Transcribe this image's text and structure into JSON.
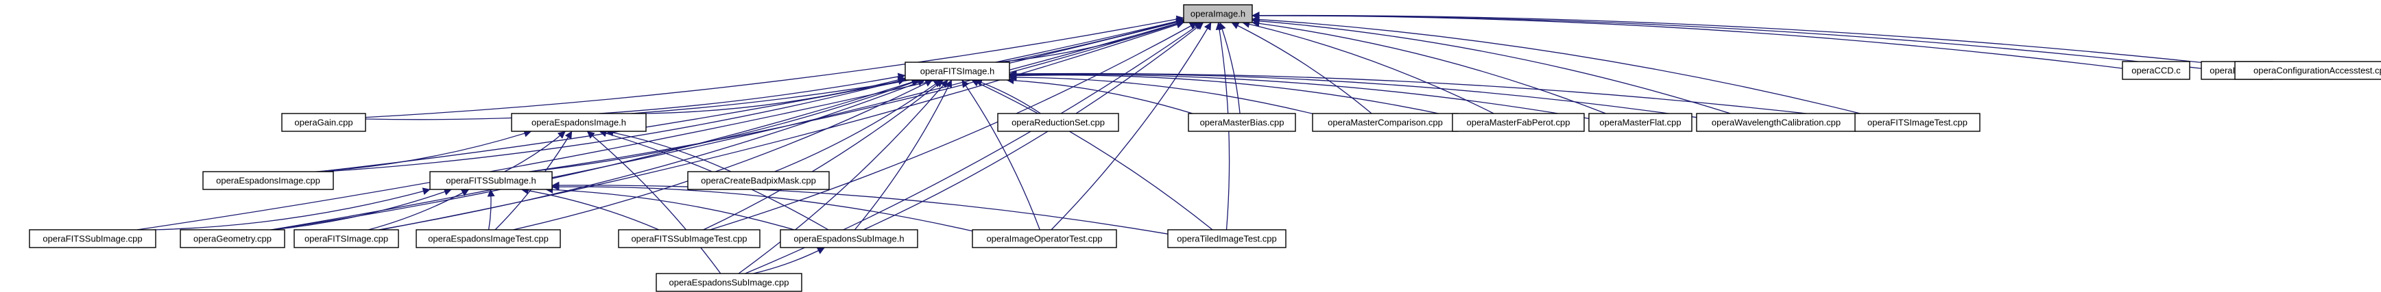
{
  "graph": {
    "title": "",
    "root": "operaImage.h",
    "colors": {
      "edge": "#191970",
      "root_fill": "#bfbfbf",
      "node_fill": "#ffffff",
      "border": "#000000"
    },
    "nodes": [
      {
        "id": "operaImage_h",
        "label": "operaImage.h",
        "root": true
      },
      {
        "id": "operaFITSImage_h",
        "label": "operaFITSImage.h"
      },
      {
        "id": "operaCCD_c",
        "label": "operaCCD.c"
      },
      {
        "id": "operaImage_c",
        "label": "operaImage.c"
      },
      {
        "id": "operaConfigurationAccesstest_cpp",
        "label": "operaConfigurationAccesstest.cpp"
      },
      {
        "id": "operaGain_cpp",
        "label": "operaGain.cpp"
      },
      {
        "id": "operaEspadonsImage_h",
        "label": "operaEspadonsImage.h"
      },
      {
        "id": "operaReductionSet_cpp",
        "label": "operaReductionSet.cpp"
      },
      {
        "id": "operaMasterBias_cpp",
        "label": "operaMasterBias.cpp"
      },
      {
        "id": "operaMasterComparison_cpp",
        "label": "operaMasterComparison.cpp"
      },
      {
        "id": "operaMasterFabPerot_cpp",
        "label": "operaMasterFabPerot.cpp"
      },
      {
        "id": "operaMasterFlat_cpp",
        "label": "operaMasterFlat.cpp"
      },
      {
        "id": "operaWavelengthCalibration_cpp",
        "label": "operaWavelengthCalibration.cpp"
      },
      {
        "id": "operaFITSImageTest_cpp",
        "label": "operaFITSImageTest.cpp"
      },
      {
        "id": "operaEspadonsImage_cpp",
        "label": "operaEspadonsImage.cpp"
      },
      {
        "id": "operaCreateBadpixMask_cpp",
        "label": "operaCreateBadpixMask.cpp"
      },
      {
        "id": "operaFITSSubImage_h",
        "label": "operaFITSSubImage.h"
      },
      {
        "id": "operaFITSSubImage_cpp",
        "label": "operaFITSSubImage.cpp"
      },
      {
        "id": "operaGeometry_cpp",
        "label": "operaGeometry.cpp"
      },
      {
        "id": "operaFITSImage_cpp",
        "label": "operaFITSImage.cpp"
      },
      {
        "id": "operaEspadonsImageTest_cpp",
        "label": "operaEspadonsImageTest.cpp"
      },
      {
        "id": "operaFITSSubImageTest_cpp",
        "label": "operaFITSSubImageTest.cpp"
      },
      {
        "id": "operaEspadonsSubImage_h",
        "label": "operaEspadonsSubImage.h"
      },
      {
        "id": "operaImageOperatorTest_cpp",
        "label": "operaImageOperatorTest.cpp"
      },
      {
        "id": "operaTiledImageTest_cpp",
        "label": "operaTiledImageTest.cpp"
      },
      {
        "id": "operaEspadonsSubImage_cpp",
        "label": "operaEspadonsSubImage.cpp"
      }
    ],
    "edges": [
      {
        "from": "operaFITSImage_h",
        "to": "operaImage_h"
      },
      {
        "from": "operaCCD_c",
        "to": "operaImage_h"
      },
      {
        "from": "operaImage_c",
        "to": "operaImage_h"
      },
      {
        "from": "operaConfigurationAccesstest_cpp",
        "to": "operaImage_h"
      },
      {
        "from": "operaGain_cpp",
        "to": "operaImage_h"
      },
      {
        "from": "operaEspadonsImage_h",
        "to": "operaImage_h"
      },
      {
        "from": "operaMasterBias_cpp",
        "to": "operaImage_h"
      },
      {
        "from": "operaMasterComparison_cpp",
        "to": "operaImage_h"
      },
      {
        "from": "operaMasterFabPerot_cpp",
        "to": "operaImage_h"
      },
      {
        "from": "operaMasterFlat_cpp",
        "to": "operaImage_h"
      },
      {
        "from": "operaWavelengthCalibration_cpp",
        "to": "operaImage_h"
      },
      {
        "from": "operaFITSImageTest_cpp",
        "to": "operaImage_h"
      },
      {
        "from": "operaEspadonsImage_cpp",
        "to": "operaImage_h"
      },
      {
        "from": "operaFITSSubImage_h",
        "to": "operaImage_h"
      },
      {
        "from": "operaFITSSubImage_cpp",
        "to": "operaImage_h"
      },
      {
        "from": "operaGeometry_cpp",
        "to": "operaImage_h"
      },
      {
        "from": "operaFITSImage_cpp",
        "to": "operaImage_h"
      },
      {
        "from": "operaFITSSubImageTest_cpp",
        "to": "operaImage_h"
      },
      {
        "from": "operaEspadonsSubImage_h",
        "to": "operaImage_h"
      },
      {
        "from": "operaImageOperatorTest_cpp",
        "to": "operaImage_h"
      },
      {
        "from": "operaTiledImageTest_cpp",
        "to": "operaImage_h"
      },
      {
        "from": "operaEspadonsSubImage_cpp",
        "to": "operaImage_h"
      },
      {
        "from": "operaGain_cpp",
        "to": "operaFITSImage_h"
      },
      {
        "from": "operaEspadonsImage_h",
        "to": "operaFITSImage_h"
      },
      {
        "from": "operaReductionSet_cpp",
        "to": "operaFITSImage_h"
      },
      {
        "from": "operaMasterBias_cpp",
        "to": "operaFITSImage_h"
      },
      {
        "from": "operaMasterComparison_cpp",
        "to": "operaFITSImage_h"
      },
      {
        "from": "operaMasterFabPerot_cpp",
        "to": "operaFITSImage_h"
      },
      {
        "from": "operaMasterFlat_cpp",
        "to": "operaFITSImage_h"
      },
      {
        "from": "operaWavelengthCalibration_cpp",
        "to": "operaFITSImage_h"
      },
      {
        "from": "operaFITSImageTest_cpp",
        "to": "operaFITSImage_h"
      },
      {
        "from": "operaEspadonsImage_cpp",
        "to": "operaFITSImage_h"
      },
      {
        "from": "operaCreateBadpixMask_cpp",
        "to": "operaFITSImage_h"
      },
      {
        "from": "operaFITSSubImage_h",
        "to": "operaFITSImage_h"
      },
      {
        "from": "operaGeometry_cpp",
        "to": "operaFITSImage_h"
      },
      {
        "from": "operaFITSImage_cpp",
        "to": "operaFITSImage_h"
      },
      {
        "from": "operaEspadonsImageTest_cpp",
        "to": "operaFITSImage_h"
      },
      {
        "from": "operaFITSSubImageTest_cpp",
        "to": "operaFITSImage_h"
      },
      {
        "from": "operaEspadonsSubImage_h",
        "to": "operaFITSImage_h"
      },
      {
        "from": "operaImageOperatorTest_cpp",
        "to": "operaFITSImage_h"
      },
      {
        "from": "operaTiledImageTest_cpp",
        "to": "operaFITSImage_h"
      },
      {
        "from": "operaEspadonsSubImage_cpp",
        "to": "operaFITSImage_h"
      },
      {
        "from": "operaEspadonsImage_cpp",
        "to": "operaEspadonsImage_h"
      },
      {
        "from": "operaCreateBadpixMask_cpp",
        "to": "operaEspadonsImage_h"
      },
      {
        "from": "operaFITSSubImage_h",
        "to": "operaEspadonsImage_h"
      },
      {
        "from": "operaEspadonsImageTest_cpp",
        "to": "operaEspadonsImage_h"
      },
      {
        "from": "operaEspadonsSubImage_h",
        "to": "operaEspadonsImage_h"
      },
      {
        "from": "operaEspadonsSubImage_cpp",
        "to": "operaEspadonsImage_h"
      },
      {
        "from": "operaFITSSubImage_cpp",
        "to": "operaFITSSubImage_h"
      },
      {
        "from": "operaGeometry_cpp",
        "to": "operaFITSSubImage_h"
      },
      {
        "from": "operaFITSImage_cpp",
        "to": "operaFITSSubImage_h"
      },
      {
        "from": "operaEspadonsImageTest_cpp",
        "to": "operaFITSSubImage_h"
      },
      {
        "from": "operaFITSSubImageTest_cpp",
        "to": "operaFITSSubImage_h"
      },
      {
        "from": "operaEspadonsSubImage_h",
        "to": "operaFITSSubImage_h"
      },
      {
        "from": "operaImageOperatorTest_cpp",
        "to": "operaFITSSubImage_h"
      },
      {
        "from": "operaTiledImageTest_cpp",
        "to": "operaFITSSubImage_h"
      },
      {
        "from": "operaEspadonsSubImage_cpp",
        "to": "operaEspadonsSubImage_h"
      }
    ]
  }
}
